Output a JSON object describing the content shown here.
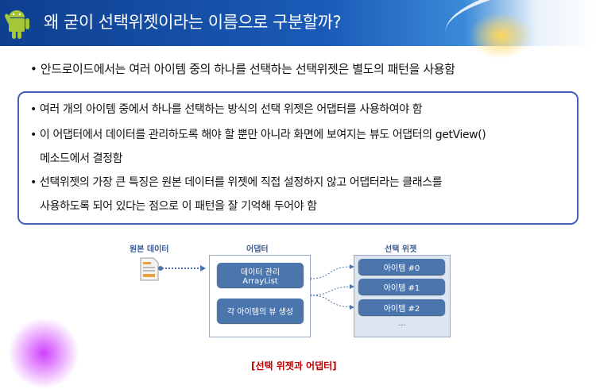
{
  "header": {
    "title": "왜 굳이 선택위젯이라는 이름으로 구분할까?"
  },
  "main_bullet": "안드로이드에서는 여러 아이템 중의 하나를 선택하는 선택위젯은 별도의 패턴을 사용함",
  "box_bullets": [
    {
      "lines": [
        "여러 개의 아이템 중에서 하나를 선택하는 방식의 선택 위젯은 어댑터를 사용하여야 함"
      ]
    },
    {
      "lines": [
        "이 어댑터에서 데이터를 관리하도록 해야 할 뿐만 아니라 화면에 보여지는 뷰도 어댑터의 getView()",
        "메소드에서 결정함"
      ]
    },
    {
      "lines": [
        "선택위젯의 가장 큰 특징은 원본 데이터를 위젯에 직접 설정하지 않고 어댑터라는 클래스를",
        "사용하도록 되어 있다는 점으로 이 패턴을 잘 기억해 두어야 함"
      ]
    }
  ],
  "diagram": {
    "source_label": "원본 데이터",
    "adapter_label": "어댑터",
    "widget_label": "선택 위젯",
    "data_mgmt": [
      "데이터 관리",
      "ArrayList"
    ],
    "view_create": "각 아이템의 뷰 생성",
    "items": [
      "아이템 #0",
      "아이템 #1",
      "아이템 #2"
    ],
    "more": "...",
    "caption": "[선택 위젯과 어댑터]"
  }
}
